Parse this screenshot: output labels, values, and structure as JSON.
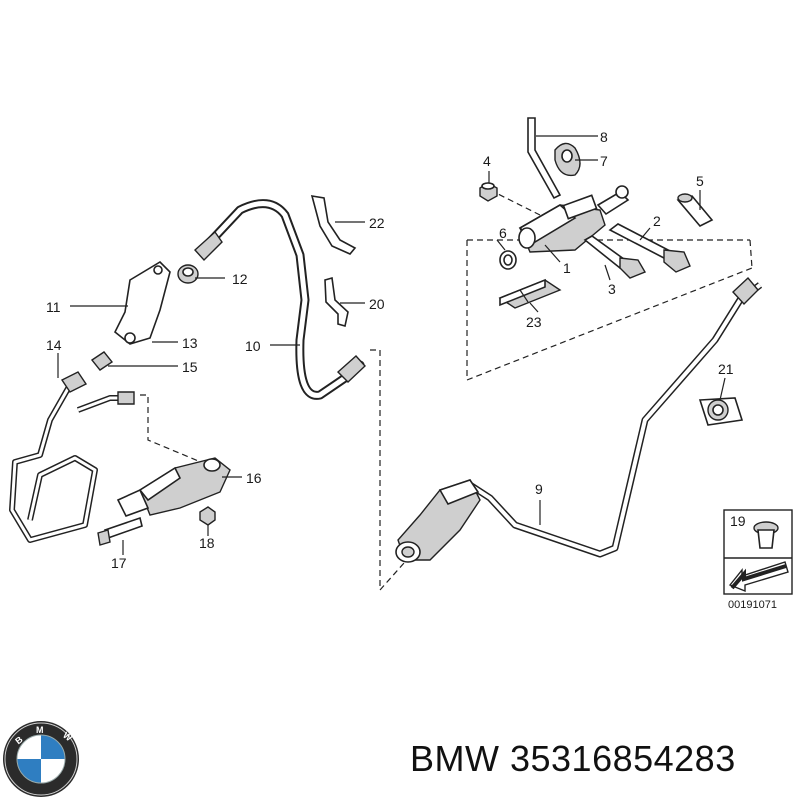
{
  "callouts": {
    "c1": "1",
    "c2": "2",
    "c3": "3",
    "c4": "4",
    "c5": "5",
    "c6": "6",
    "c7": "7",
    "c8": "8",
    "c9": "9",
    "c10": "10",
    "c11": "11",
    "c12": "12",
    "c13": "13",
    "c14": "14",
    "c15": "15",
    "c16": "16",
    "c17": "17",
    "c18": "18",
    "c19": "19",
    "c20": "20",
    "c21": "21",
    "c22": "22",
    "c23": "23"
  },
  "inset": {
    "code": "00191071"
  },
  "brand": {
    "logo_letters": "BMW",
    "caption": "BMW 35316854283"
  }
}
